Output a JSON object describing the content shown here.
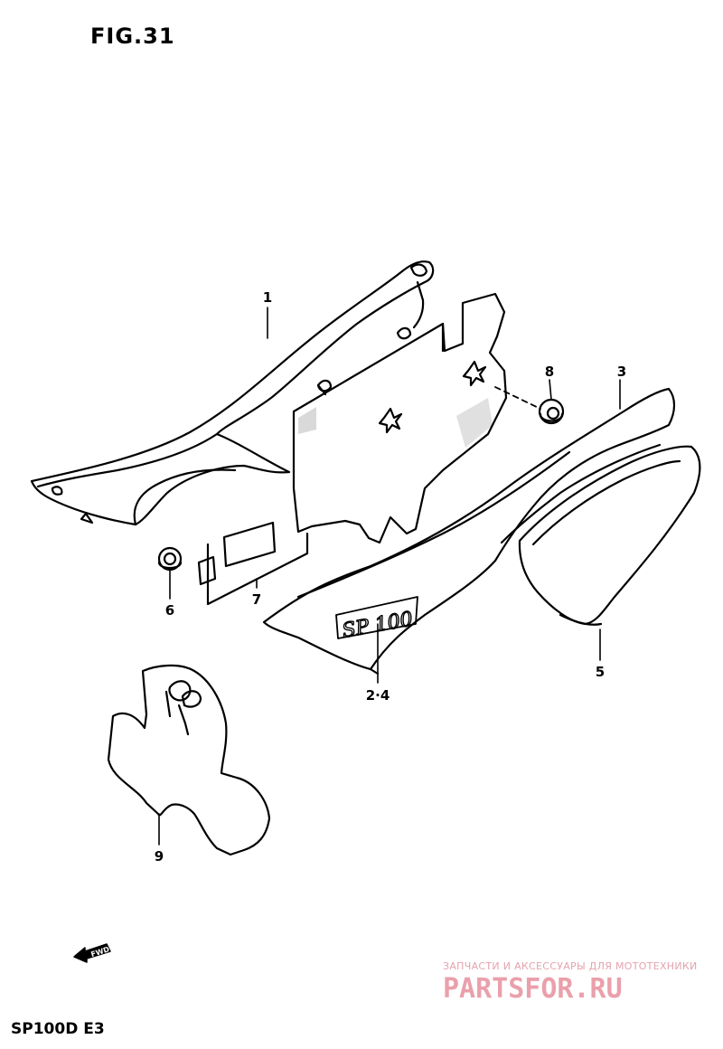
{
  "figure": {
    "title": "FIG.31"
  },
  "callouts": [
    {
      "id": "1",
      "label": "1"
    },
    {
      "id": "3",
      "label": "3"
    },
    {
      "id": "8",
      "label": "8"
    },
    {
      "id": "6",
      "label": "6"
    },
    {
      "id": "7",
      "label": "7"
    },
    {
      "id": "2-4",
      "label": "2·4"
    },
    {
      "id": "5",
      "label": "5"
    },
    {
      "id": "9",
      "label": "9"
    }
  ],
  "decal": {
    "text": "SP 100"
  },
  "direction_arrow": {
    "label": "FWD",
    "icon": "forward-arrow-icon"
  },
  "model_code": "SP100D E3",
  "watermark": {
    "tagline": "ЗАПЧАСТИ И АКСЕССУАРЫ ДЛЯ МОТОТЕХНИКИ",
    "logo": "PARTSFOR.RU",
    "color": "#e8a0ab"
  }
}
